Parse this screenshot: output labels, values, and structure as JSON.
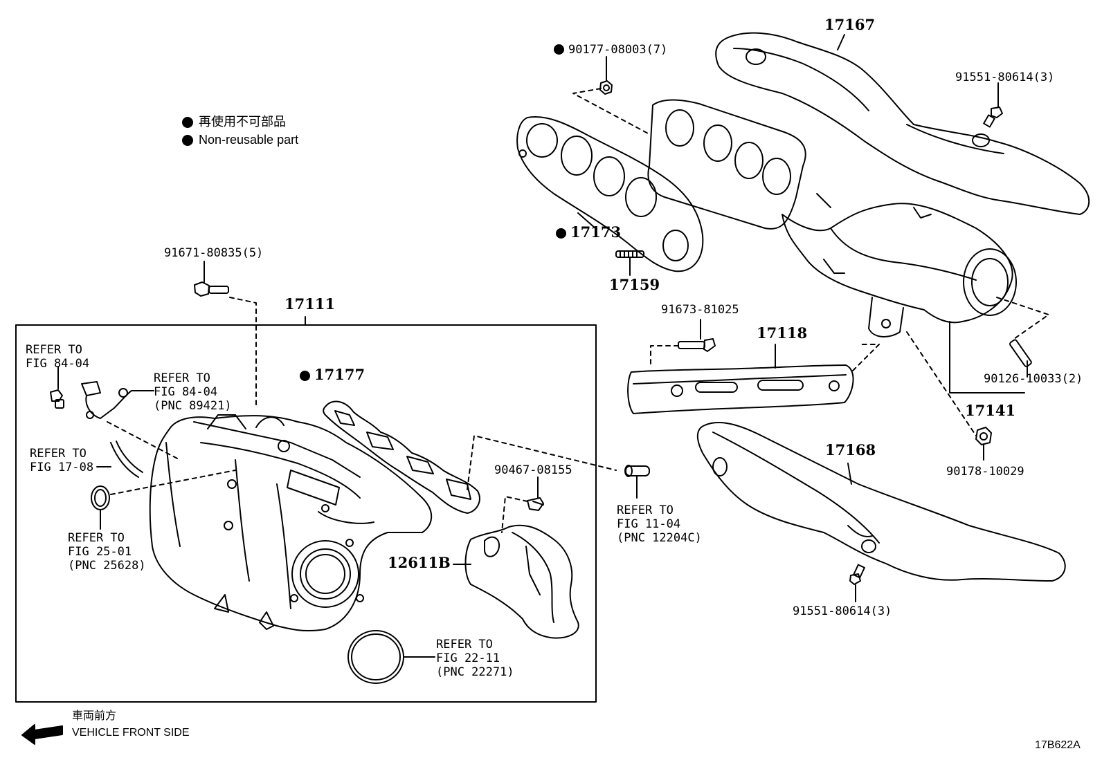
{
  "legend": {
    "jp": "再使用不可部品",
    "en": "Non-reusable part"
  },
  "direction": {
    "jp": "車両前方",
    "en": "VEHICLE FRONT SIDE"
  },
  "figure_code": "17B622A",
  "parts": {
    "p17167": "17167",
    "p90177": "90177-08003(7)",
    "p91551_top": "91551-80614(3)",
    "p17173": "17173",
    "p17159": "17159",
    "p91671": "91671-80835(5)",
    "p17111": "17111",
    "p91673": "91673-81025",
    "p17118": "17118",
    "p17177": "17177",
    "p90126": "90126-10033(2)",
    "p17141": "17141",
    "p90178": "90178-10029",
    "p17168": "17168",
    "p90467": "90467-08155",
    "p12611B": "12611B",
    "p91551_bot": "91551-80614(3)"
  },
  "refs": {
    "r8404a": {
      "l1": "REFER TO",
      "l2": "FIG 84-04"
    },
    "r8404b": {
      "l1": "REFER TO",
      "l2": "FIG 84-04",
      "pnc": "(PNC 89421)"
    },
    "r1708": {
      "l1": "REFER TO",
      "l2": "FIG 17-08"
    },
    "r2501": {
      "l1": "REFER TO",
      "l2": "FIG 25-01",
      "pnc": "(PNC 25628)"
    },
    "r1104": {
      "l1": "REFER TO",
      "l2": "FIG 11-04",
      "pnc": "(PNC 12204C)"
    },
    "r2211": {
      "l1": "REFER TO",
      "l2": "FIG 22-11",
      "pnc": "(PNC 22271)"
    }
  }
}
